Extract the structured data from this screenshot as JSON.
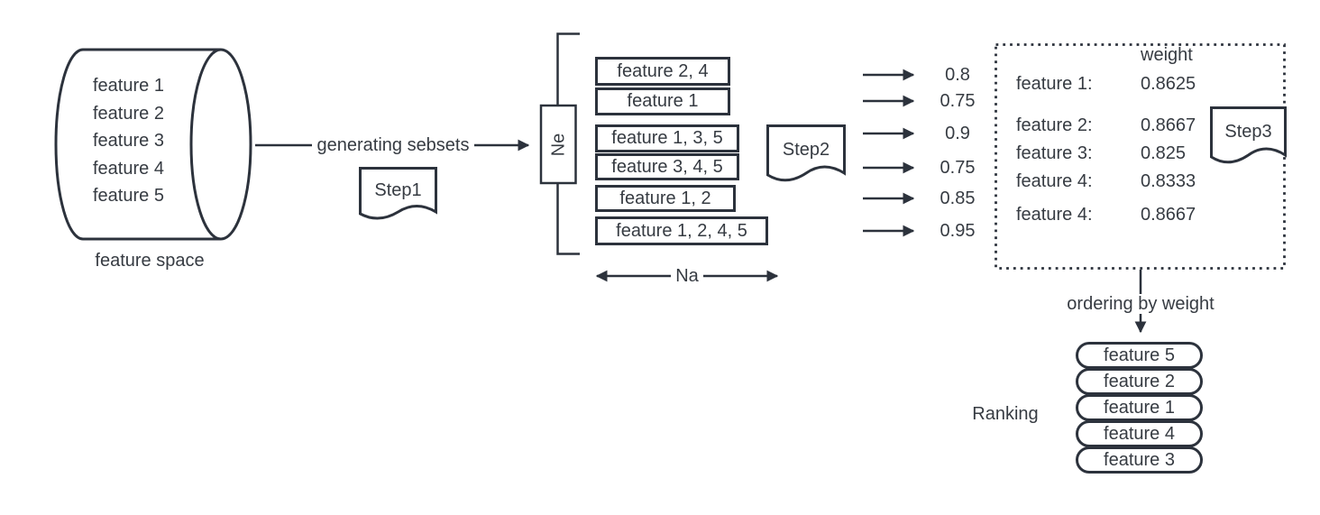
{
  "colors": {
    "stroke": "#2c323c",
    "text": "#363b42",
    "background": "#ffffff"
  },
  "cylinder": {
    "features": [
      "feature 1",
      "feature 2",
      "feature 3",
      "feature 4",
      "feature 5"
    ],
    "caption": "feature space"
  },
  "generate_arrow": {
    "label": "generating sebsets"
  },
  "steps": {
    "step1": "Step1",
    "step2": "Step2",
    "step3": "Step3"
  },
  "ne_axis": {
    "label": "Ne"
  },
  "na_axis": {
    "label": "Na"
  },
  "subsets": [
    "feature 2, 4",
    "feature 1",
    "feature 1, 3, 5",
    "feature 3, 4, 5",
    "feature 1, 2",
    "feature 1, 2, 4, 5"
  ],
  "scores": [
    "0.8",
    "0.75",
    "0.9",
    "0.75",
    "0.85",
    "0.95"
  ],
  "weight_table": {
    "header": "weight",
    "rows": [
      {
        "label": "feature 1:",
        "value": "0.8625"
      },
      {
        "label": "feature 2:",
        "value": "0.8667"
      },
      {
        "label": "feature 3:",
        "value": "0.825"
      },
      {
        "label": "feature 4:",
        "value": "0.8333"
      },
      {
        "label": "feature 4:",
        "value": "0.8667"
      }
    ]
  },
  "ordering_arrow": {
    "label": "ordering by weight"
  },
  "ranking": {
    "label": "Ranking",
    "items": [
      "feature 5",
      "feature 2",
      "feature 1",
      "feature 4",
      "feature 3"
    ]
  }
}
